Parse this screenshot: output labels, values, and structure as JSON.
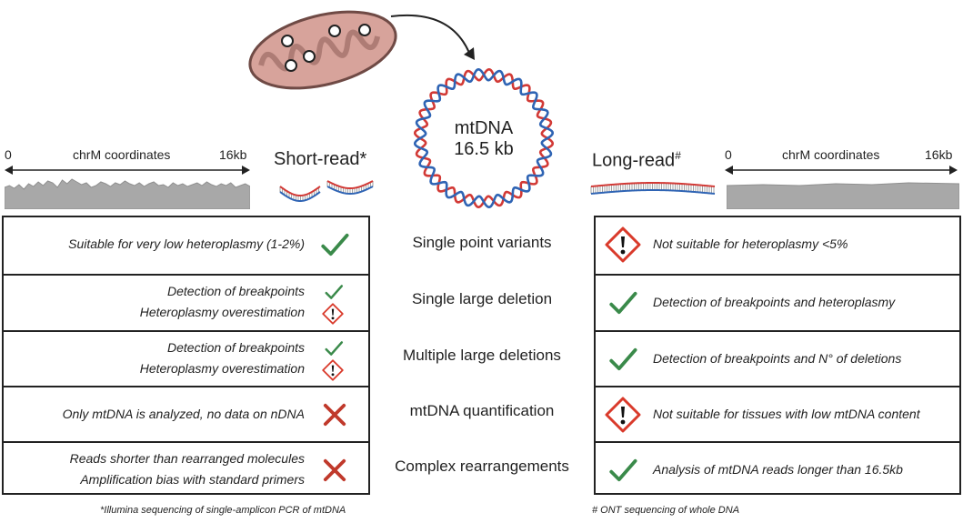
{
  "top": {
    "mtdna_label_1": "mtDNA",
    "mtdna_label_2": "16.5 kb"
  },
  "short_read": {
    "title": "Short-read",
    "title_mark": "*",
    "coverage": {
      "label": "chrM coordinates",
      "start": "0",
      "end": "16kb"
    },
    "footnote": "*Illumina sequencing of single-amplicon PCR of mtDNA"
  },
  "long_read": {
    "title": "Long-read",
    "title_mark": "#",
    "coverage": {
      "label": "chrM coordinates",
      "start": "0",
      "end": "16kb"
    },
    "footnote": "# ONT sequencing of whole DNA"
  },
  "rows": [
    {
      "category": "Single point variants",
      "left": [
        {
          "text": "Suitable for very low heteroplasmy (1-2%)",
          "icon": "check"
        }
      ],
      "right": {
        "text": "Not suitable for heteroplasmy <5%",
        "icon": "warning"
      }
    },
    {
      "category": "Single large deletion",
      "left": [
        {
          "text": "Detection of breakpoints",
          "icon": "check"
        },
        {
          "text": "Heteroplasmy overestimation",
          "icon": "warning"
        }
      ],
      "right": {
        "text": "Detection of breakpoints and heteroplasmy",
        "icon": "check"
      }
    },
    {
      "category": "Multiple large deletions",
      "left": [
        {
          "text": "Detection of breakpoints",
          "icon": "check"
        },
        {
          "text": "Heteroplasmy overestimation",
          "icon": "warning"
        }
      ],
      "right": {
        "text": "Detection of breakpoints and N° of deletions",
        "icon": "check"
      }
    },
    {
      "category": "mtDNA quantification",
      "left": [
        {
          "text": "Only mtDNA is analyzed, no data on nDNA",
          "icon": "cross"
        }
      ],
      "right": {
        "text": "Not suitable for tissues with low mtDNA content",
        "icon": "warning"
      }
    },
    {
      "category": "Complex rearrangements",
      "left": [
        {
          "text": "Reads shorter than rearranged molecules",
          "icon": "cross"
        },
        {
          "text": "Amplification bias with standard primers",
          "icon": "none"
        }
      ],
      "right": {
        "text": "Analysis of mtDNA reads longer than 16.5kb",
        "icon": "check"
      }
    }
  ],
  "colors": {
    "check": "#3a8a4a",
    "cross": "#c0392b",
    "warning_border": "#d93a2b",
    "dna_red": "#d23a36",
    "dna_blue": "#2f64b4",
    "coverage_fill": "#a8a8a8",
    "mito_fill": "#d7a39b",
    "mito_stroke": "#6f4a45"
  }
}
